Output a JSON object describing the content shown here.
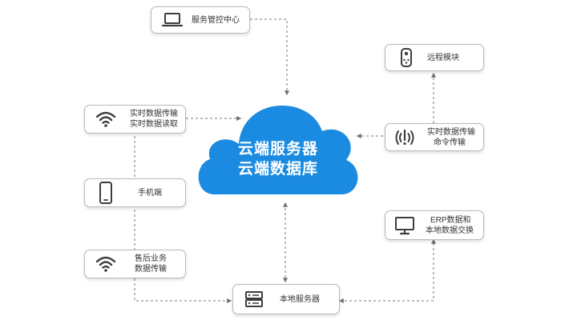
{
  "cloud": {
    "line1": "云端服务器",
    "line2": "云端数据库",
    "color": "#1a8be0"
  },
  "nodes": {
    "service_control": {
      "label": "服务管控中心",
      "icon": "laptop-icon"
    },
    "remote_module": {
      "label": "远程模块",
      "icon": "remote-control-icon"
    },
    "realtime_left": {
      "line1": "实时数据传输",
      "line2": "实时数据读取",
      "icon": "wifi-icon"
    },
    "realtime_right": {
      "line1": "实时数据传输",
      "line2": "命令传输",
      "icon": "signal-broadcast-icon"
    },
    "mobile": {
      "label": "手机端",
      "icon": "smartphone-icon"
    },
    "erp": {
      "line1": "ERP数据和",
      "line2": "本地数据交换",
      "icon": "monitor-icon"
    },
    "after_sales": {
      "line1": "售后业务",
      "line2": "数据传输",
      "icon": "wifi-icon"
    },
    "local_server": {
      "label": "本地服务器",
      "icon": "server-icon"
    }
  },
  "colors": {
    "border": "#b9b9b9",
    "icon": "#3d3d3d",
    "connector": "#7a7a7a"
  }
}
